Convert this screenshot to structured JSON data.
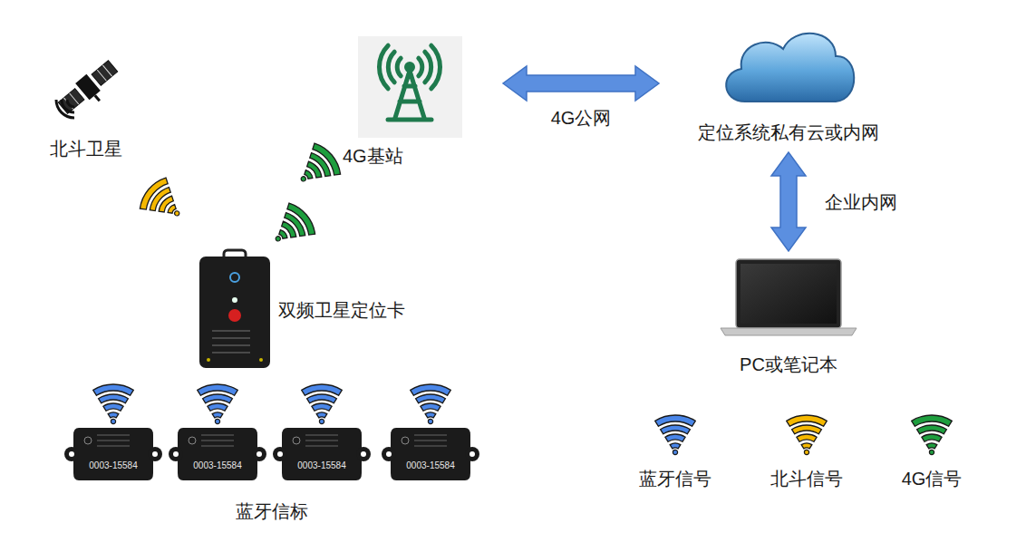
{
  "diagram": {
    "nodes": [
      {
        "text": [
          "北斗卫星"
        ]
      },
      {
        "text": [
          "4G基站"
        ]
      },
      {
        "text": [
          "定位系统私有云或内网"
        ]
      },
      {
        "text": [
          "双频卫星定位卡"
        ]
      },
      {
        "text": [
          "PC或笔记本"
        ]
      },
      {
        "text": [
          "蓝牙信标"
        ]
      }
    ],
    "edges": [
      {
        "from": 1,
        "to": 2,
        "arrow": "both",
        "label": "4G公网"
      },
      {
        "from": 2,
        "to": 4,
        "arrow": "both",
        "label": "企业内网"
      }
    ],
    "labels": [
      "0003-15584",
      "0003-15584",
      "0003-15584",
      "0003-15584"
    ],
    "legend": [
      {
        "text": "蓝牙信号",
        "color": "#4a86e8"
      },
      {
        "text": "北斗信号",
        "color": "#f5b800"
      },
      {
        "text": "4G信号",
        "color": "#1e9e3e"
      }
    ]
  }
}
